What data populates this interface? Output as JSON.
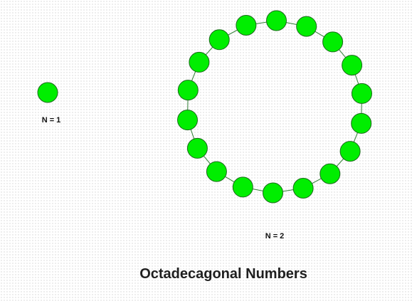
{
  "diagram": {
    "title": "Octadecagonal Numbers",
    "colors": {
      "dot_fill": "#00ee00",
      "dot_stroke": "#1a6b1a",
      "ring_line": "#2e7d32"
    },
    "figures": [
      {
        "label": "N = 1",
        "dot_count": 1
      },
      {
        "label": "N = 2",
        "dot_count": 18
      }
    ]
  }
}
